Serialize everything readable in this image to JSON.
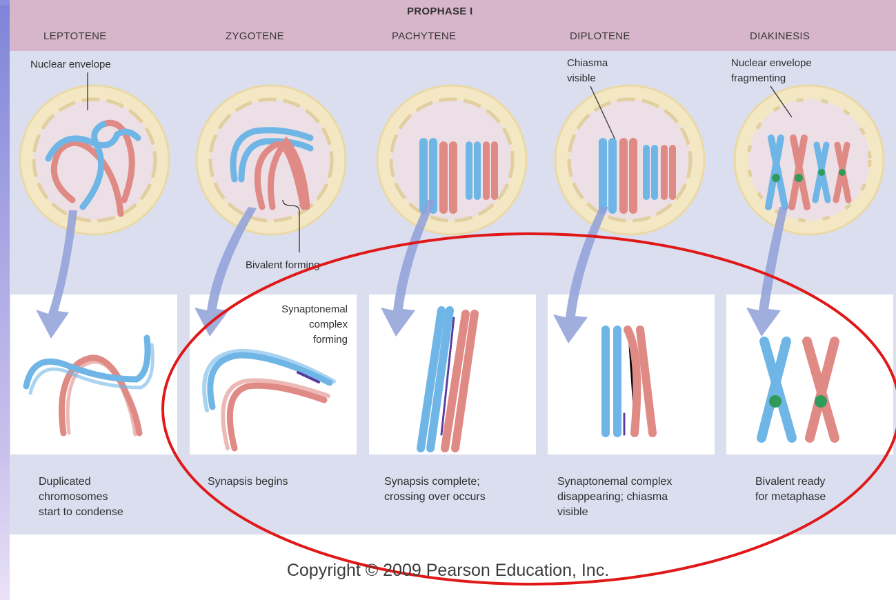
{
  "header": {
    "title": "PROPHASE I",
    "stages": [
      "LEPTOTENE",
      "ZYGOTENE",
      "PACHYTENE",
      "DIPLOTENE",
      "DIAKINESIS"
    ]
  },
  "labels": {
    "nuclear_envelope": "Nuclear envelope",
    "chiasma_line1": "Chiasma",
    "chiasma_line2": "visible",
    "fragmenting_line1": "Nuclear envelope",
    "fragmenting_line2": "fragmenting",
    "bivalent_forming": "Bivalent forming",
    "syn_line1": "Synaptonemal",
    "syn_line2": "complex",
    "syn_line3": "forming"
  },
  "captions": [
    [
      "Duplicated",
      "chromosomes",
      "start to condense"
    ],
    [
      "Synapsis begins"
    ],
    [
      "Synapsis complete;",
      "crossing over occurs"
    ],
    [
      "Synaptonemal complex",
      "disappearing; chiasma",
      "visible"
    ],
    [
      "Bivalent ready",
      "for metaphase"
    ]
  ],
  "copyright": "Copyright © 2009 Pearson Education, Inc.",
  "colors": {
    "header_bg": "#d7b5cb",
    "panel_bg": "#dadeef",
    "cell_fill": "#f3e7c4",
    "cell_rim": "#ead9a6",
    "chromosome_blue": "#6fb6e6",
    "chromosome_red": "#e08a85",
    "centromere": "#2f9a5a",
    "synaptonemal": "#5b3aa0",
    "arrow": "#8fa0d8",
    "annotation_ellipse": "#e01818"
  }
}
